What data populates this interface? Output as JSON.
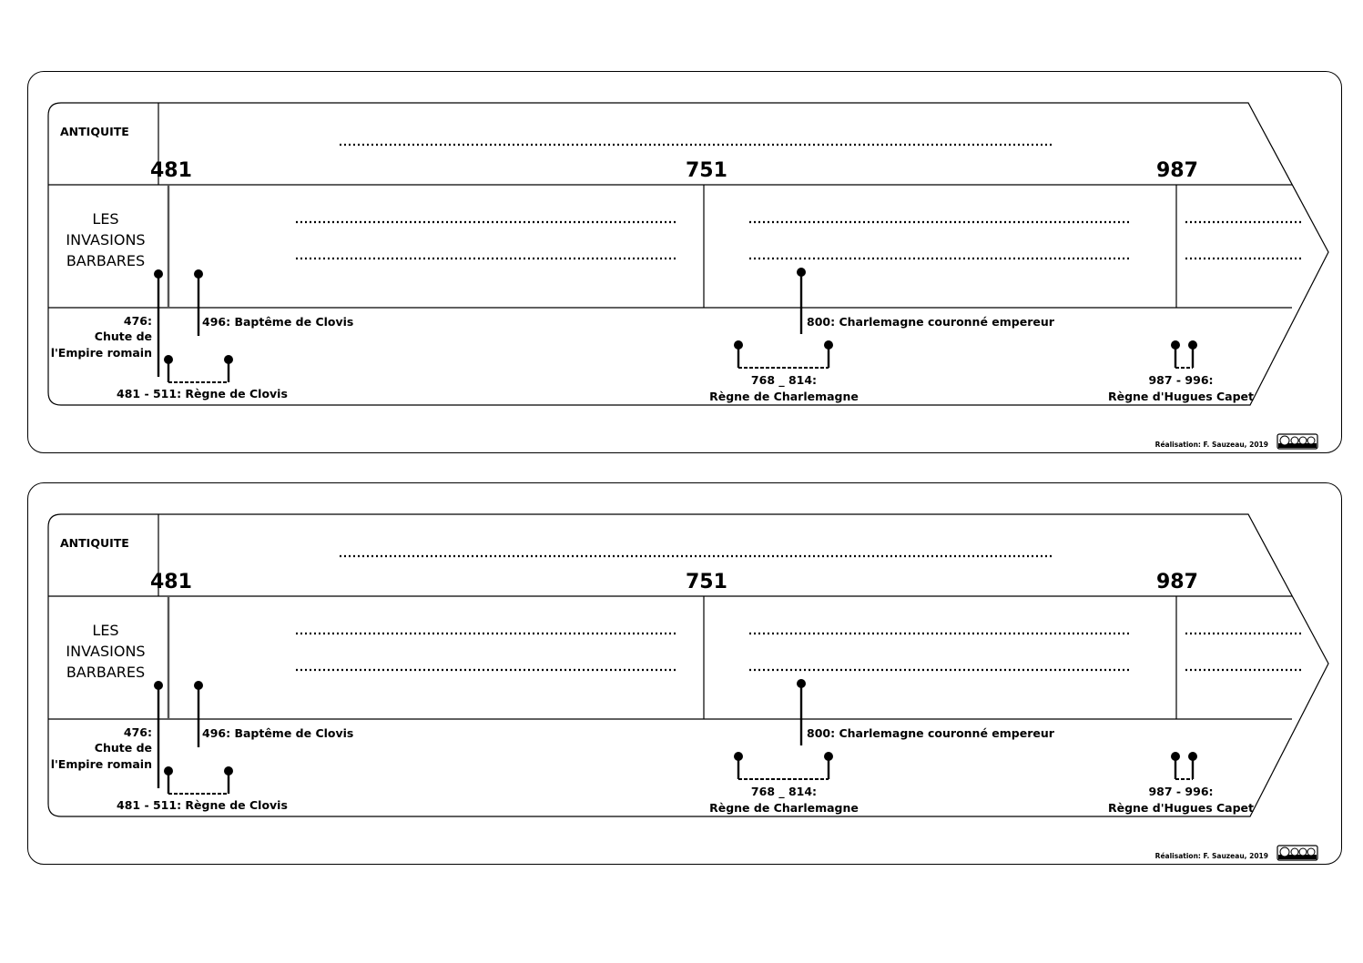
{
  "cards": [
    {
      "antiquite_label": "ANTIQUITE",
      "years": [
        "481",
        "751",
        "987"
      ],
      "period_title_lines": [
        "LES",
        "INVASIONS",
        "BARBARES"
      ],
      "events": {
        "fall_rome_lines": [
          "476:",
          "Chute de",
          "l'Empire romain"
        ],
        "clovis_baptism": "496: Baptême de Clovis",
        "clovis_reign": "481 - 511: Règne de Clovis",
        "charlemagne_crowned": "800: Charlemagne couronné empereur",
        "charlemagne_reign_lines": [
          "768 _ 814:",
          "Règne de Charlemagne"
        ],
        "hugues_reign_lines": [
          "987 - 996:",
          "Règne d'Hugues Capet"
        ]
      },
      "credit": "Réalisation: F. Sauzeau, 2019",
      "license_icon": "cc-by-nc-sa-icon"
    },
    {
      "antiquite_label": "ANTIQUITE",
      "years": [
        "481",
        "751",
        "987"
      ],
      "period_title_lines": [
        "LES",
        "INVASIONS",
        "BARBARES"
      ],
      "events": {
        "fall_rome_lines": [
          "476:",
          "Chute de",
          "l'Empire romain"
        ],
        "clovis_baptism": "496: Baptême de Clovis",
        "clovis_reign": "481 - 511: Règne de Clovis",
        "charlemagne_crowned": "800: Charlemagne couronné empereur",
        "charlemagne_reign_lines": [
          "768 _ 814:",
          "Règne de Charlemagne"
        ],
        "hugues_reign_lines": [
          "987 - 996:",
          "Règne d'Hugues Capet"
        ]
      },
      "credit": "Réalisation: F. Sauzeau, 2019",
      "license_icon": "cc-by-nc-sa-icon"
    }
  ]
}
